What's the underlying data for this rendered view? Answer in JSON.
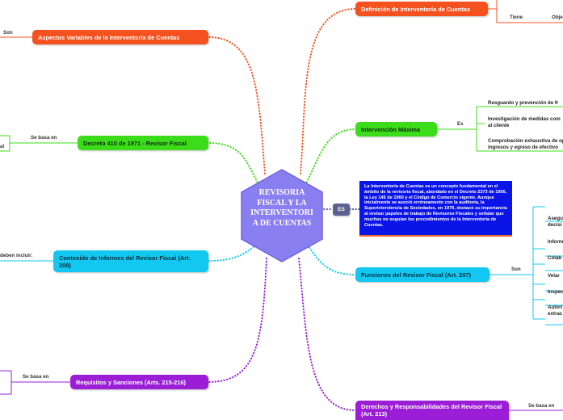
{
  "center": {
    "label": "REVISORIA FISCAL Y LA INTERVENTORIA DE CUENTAS"
  },
  "definition": {
    "es_label": "ES",
    "text": "La Interventoria de Cuentas es un concepto fundamental en el ámbito de la revisoria fiscal, abordado en el Decreto 2373 de 1956, la Ley 145 de 1960 y el Código de Comercio vigente. Aunque inicialmente se asoció erróneamente con la auditoría, la Superintendencia de Sociedades, en 1979, destacó su importancia al revisar papeles de trabajo de Revisores Fiscales y señalar que muchos no seguían los procedimientos de la Interventoría de Cuentas."
  },
  "branches": {
    "definicion": {
      "label": "Definición de Interventoría de Cuentas",
      "sub_labels": [
        "Tiene",
        "Obje"
      ]
    },
    "aspectos": {
      "label": "Aspectos Variables de la Interventoría de Cuentas",
      "connector": "Son"
    },
    "decreto": {
      "label": "Decreto 410 de 1971 - Revisor Fiscal",
      "connector": "Se basa en",
      "leaf_fragment": "al"
    },
    "intervencion": {
      "label": "Intervención Máxima",
      "connector": "Es",
      "items": [
        "Resguardo y prevención de fr",
        "Investigación de medidas com\nal cliente",
        "Comprobación exhaustiva de ope\ningresos y egreso de efectivo"
      ]
    },
    "contenido": {
      "label": "Contenido de Informes del Revisor Fiscal (Art. 208)",
      "connector": "deben incluir:"
    },
    "funciones": {
      "label": "Funciones del Revisor Fiscal (Art. 207)",
      "connector": "Son",
      "items": [
        "Asegu\ndecisi",
        "Inform",
        "Colab",
        "Velar",
        "Inspec",
        "Autori\nextrac"
      ]
    },
    "requisitos": {
      "label": "Requisitos y Sanciones (Arts. 215-216)",
      "connector": "Se basa en"
    },
    "derechos": {
      "label": "Derechos y Responsabilidades del Revisor Fiscal (Art. 213)",
      "connector": "Se basa en"
    }
  },
  "colors": {
    "orange": "#f4511e",
    "green": "#3ddc1a",
    "cyan": "#12c8f0",
    "purple": "#9b1ed6",
    "hexagon": "#8a7ff0",
    "definition_box": "#0b14e6"
  }
}
